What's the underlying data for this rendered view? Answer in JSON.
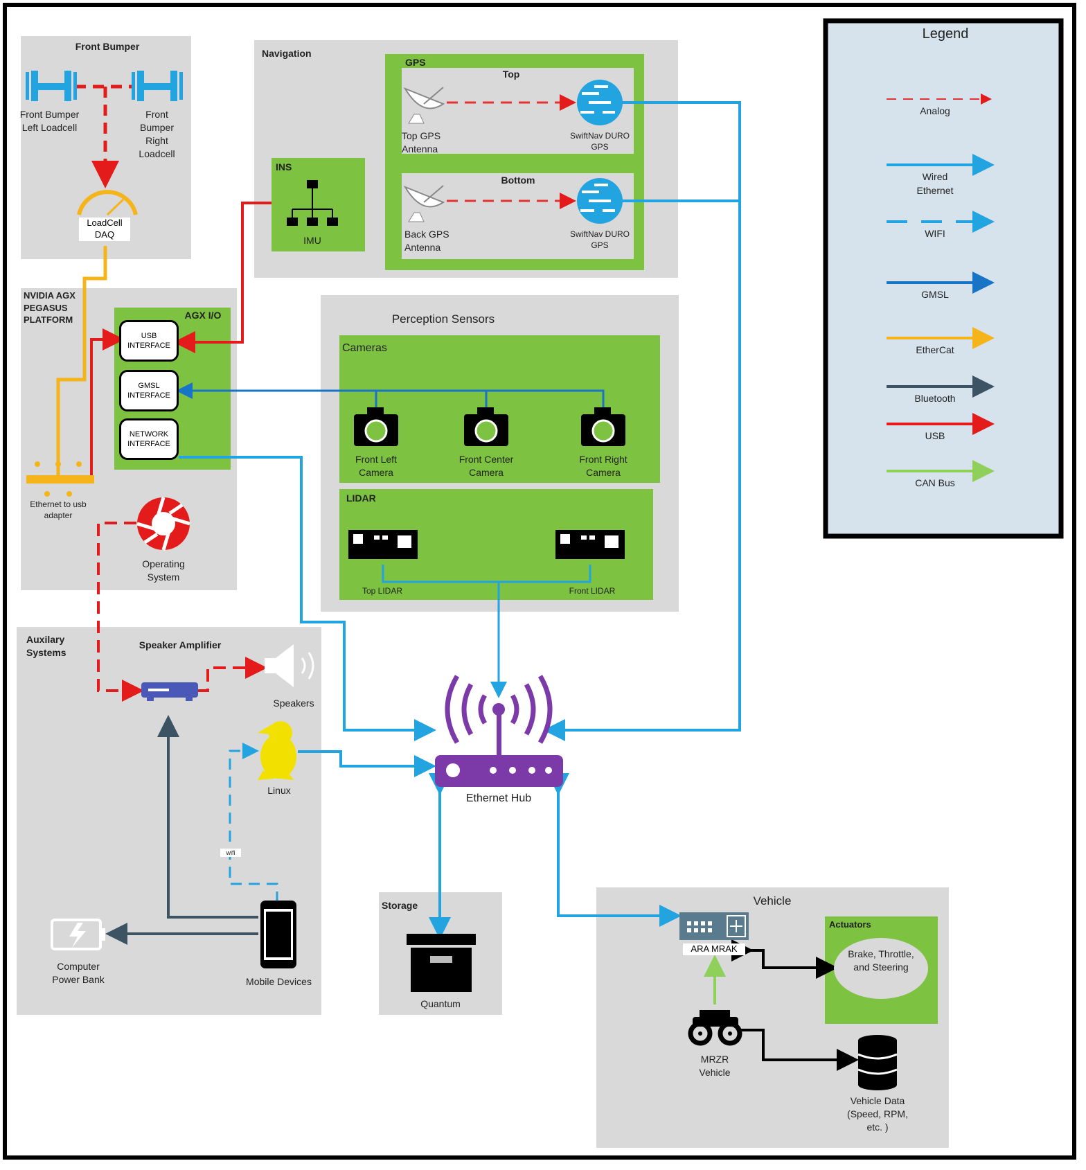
{
  "legend": {
    "title": "Legend",
    "items": [
      {
        "label": "Analog",
        "color": "#e63131",
        "style": "dashed-thin"
      },
      {
        "label": "Wired Ethernet",
        "color": "#22a4e0",
        "style": "solid"
      },
      {
        "label": "WIFI",
        "color": "#22a4e0",
        "style": "dashed"
      },
      {
        "label": "GMSL",
        "color": "#1874c6",
        "style": "solid"
      },
      {
        "label": "EtherCat",
        "color": "#f4b41a",
        "style": "solid"
      },
      {
        "label": "Bluetooth",
        "color": "#3c5364",
        "style": "solid"
      },
      {
        "label": "USB",
        "color": "#e41b1b",
        "style": "solid"
      },
      {
        "label": "CAN Bus",
        "color": "#8fd05a",
        "style": "solid"
      }
    ]
  },
  "groups": {
    "front_bumper": "Front Bumper",
    "navigation": "Navigation",
    "gps": "GPS",
    "gps_top": "Top",
    "gps_bottom": "Bottom",
    "ins": "INS",
    "nvidia": "NVIDIA AGX PEGASUS PLATFORM",
    "agx_io": "AGX I/O",
    "perception": "Perception Sensors",
    "cameras": "Cameras",
    "lidar": "LIDAR",
    "auxiliary": "Auxilary Systems",
    "storage": "Storage",
    "vehicle": "Vehicle",
    "actuators": "Actuators"
  },
  "nodes": {
    "loadcell_left": "Front Bumper Left Loadcell",
    "loadcell_right": "Front Bumper Right Loadcell",
    "loadcell_daq": "LoadCell DAQ",
    "imu": "IMU",
    "top_gps_antenna": "Top GPS Antenna",
    "top_gps": "SwiftNav DURO GPS",
    "back_gps_antenna": "Back GPS Antenna",
    "bottom_gps": "SwiftNav DURO GPS",
    "usb_interface": "USB INTERFACE",
    "gmsl_interface": "GMSL INTERFACE",
    "network_interface": "NETWORK INTERFACE",
    "ethernet_usb_adapter": "Ethernet to usb adapter",
    "operating_system": "Operating System",
    "front_left_camera": "Front Left Camera",
    "front_center_camera": "Front Center Camera",
    "front_right_camera": "Front Right Camera",
    "top_lidar": "Top LIDAR",
    "front_lidar": "Front LIDAR",
    "speaker_amplifier": "Speaker Amplifier",
    "speakers": "Speakers",
    "linux": "Linux",
    "wifi_small": "wifi",
    "mobile_devices": "Mobile Devices",
    "power_bank": "Computer Power Bank",
    "ethernet_hub": "Ethernet Hub",
    "quantum": "Quantum",
    "ara_mrak": "ARA MRAK",
    "actuators_body": "Brake, Throttle, and Steering",
    "mrzr_vehicle": "MRZR Vehicle",
    "vehicle_data": "Vehicle Data (Speed, RPM, etc. )"
  }
}
